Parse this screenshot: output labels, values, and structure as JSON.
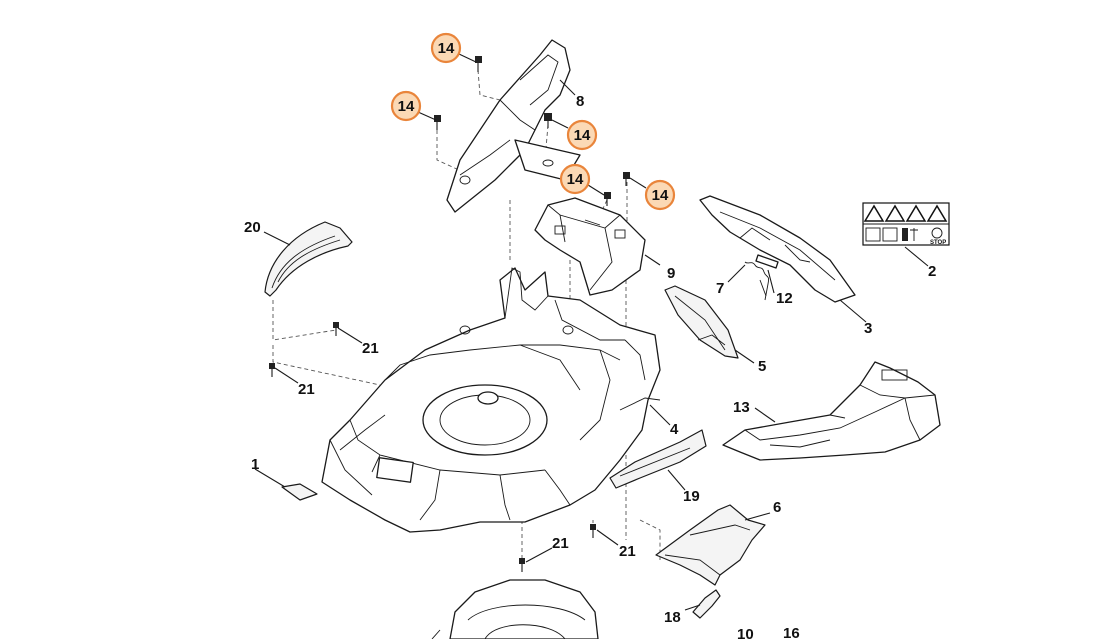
{
  "labels": {
    "p1": "1",
    "p2": "2",
    "p3": "3",
    "p4": "4",
    "p5": "5",
    "p6": "6",
    "p7": "7",
    "p8": "8",
    "p9": "9",
    "p10": "10",
    "p12": "12",
    "p13": "13",
    "p16": "16",
    "p18": "18",
    "p19": "19",
    "p20": "20",
    "p21a": "21",
    "p21b": "21",
    "p21c": "21",
    "p21d": "21"
  },
  "highlighted": {
    "h1": "14",
    "h2": "14",
    "h3": "14",
    "h4": "14",
    "h5": "14"
  },
  "highlight_colors": {
    "stroke": "#e9853b",
    "fill": "#fbd9b5"
  },
  "decal": {
    "stop_text": "STOP"
  }
}
